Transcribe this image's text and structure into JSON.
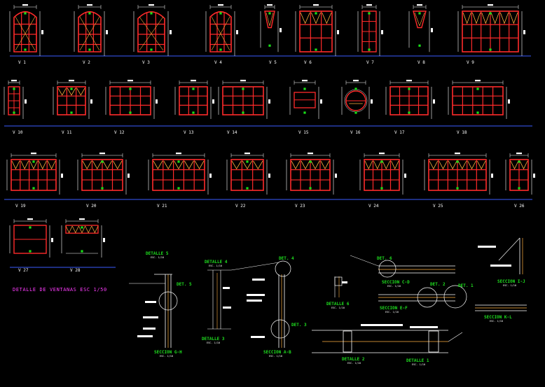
{
  "drawing_title": "DETALLE DE VENTANAS ESC 1/50",
  "window_rows": [
    [
      {
        "label": "V 1",
        "w": 32,
        "kind": "arch"
      },
      {
        "label": "V 2",
        "w": 32,
        "kind": "arch"
      },
      {
        "label": "V 3",
        "w": 38,
        "kind": "arch"
      },
      {
        "label": "V 4",
        "w": 30,
        "kind": "arch"
      },
      {
        "label": "V 5",
        "w": 14,
        "kind": "trap"
      },
      {
        "label": "V 6",
        "w": 46,
        "kind": "zig"
      },
      {
        "label": "V 7",
        "w": 20,
        "kind": "tall"
      },
      {
        "label": "V 8",
        "w": 18,
        "kind": "trap"
      },
      {
        "label": "V 9",
        "w": 80,
        "kind": "zig"
      }
    ],
    [
      {
        "label": "V 10",
        "w": 16,
        "kind": "tall"
      },
      {
        "label": "V 11",
        "w": 40,
        "kind": "zig"
      },
      {
        "label": "V 12",
        "w": 58,
        "kind": "grid"
      },
      {
        "label": "V 13",
        "w": 40,
        "kind": "grid"
      },
      {
        "label": "V 14",
        "w": 58,
        "kind": "grid"
      },
      {
        "label": "V 15",
        "w": 30,
        "kind": "small"
      },
      {
        "label": "V 16",
        "w": 28,
        "kind": "round"
      },
      {
        "label": "V 17",
        "w": 54,
        "kind": "grid"
      },
      {
        "label": "V 18",
        "w": 72,
        "kind": "grid"
      }
    ],
    [
      {
        "label": "V 19",
        "w": 64,
        "kind": "zig"
      },
      {
        "label": "V 20",
        "w": 58,
        "kind": "zig"
      },
      {
        "label": "V 21",
        "w": 74,
        "kind": "zig"
      },
      {
        "label": "V 22",
        "w": 46,
        "kind": "zig"
      },
      {
        "label": "V 23",
        "w": 56,
        "kind": "zig"
      },
      {
        "label": "V 24",
        "w": 50,
        "kind": "zig"
      },
      {
        "label": "V 25",
        "w": 82,
        "kind": "zig"
      },
      {
        "label": "V 26",
        "w": 26,
        "kind": "zig"
      }
    ],
    [
      {
        "label": "V 27",
        "w": 46,
        "kind": "single"
      },
      {
        "label": "V 28",
        "w": 46,
        "kind": "strip"
      }
    ]
  ],
  "details": [
    {
      "text": "DETALLE 5",
      "sub": "ESC. 1/10"
    },
    {
      "text": "DET. 5",
      "sub": ""
    },
    {
      "text": "SECCION G-H",
      "sub": "ESC. 1/10"
    },
    {
      "text": "DETALLE 4",
      "sub": "ESC. 1/10"
    },
    {
      "text": "DETALLE 3",
      "sub": "ESC. 1/10"
    },
    {
      "text": "DET. 4",
      "sub": ""
    },
    {
      "text": "DET. 3",
      "sub": ""
    },
    {
      "text": "SECCION A-B",
      "sub": "ESC. 1/10"
    },
    {
      "text": "DETALLE 6",
      "sub": "ESC. 1/10"
    },
    {
      "text": "DET. 6",
      "sub": ""
    },
    {
      "text": "SECCION C-D",
      "sub": "ESC. 1/10"
    },
    {
      "text": "DET. 2",
      "sub": ""
    },
    {
      "text": "DET. 1",
      "sub": ""
    },
    {
      "text": "SECCION E-F",
      "sub": "ESC. 1/10"
    },
    {
      "text": "SECCION I-J",
      "sub": "ESC. 1/10"
    },
    {
      "text": "SECCION K-L",
      "sub": "ESC. 1/10"
    },
    {
      "text": "DETALLE 2",
      "sub": "ESC. 1/10"
    },
    {
      "text": "DETALLE 1",
      "sub": "ESC. 1/10"
    }
  ],
  "colors": {
    "background": "#000000",
    "frame": "#ff2a2a",
    "glass": "#ffb040",
    "dimension": "#ffffff",
    "marker": "#19e019",
    "baseline": "#3a5bff",
    "title": "#ff3cff",
    "detail_label": "#19e019"
  }
}
